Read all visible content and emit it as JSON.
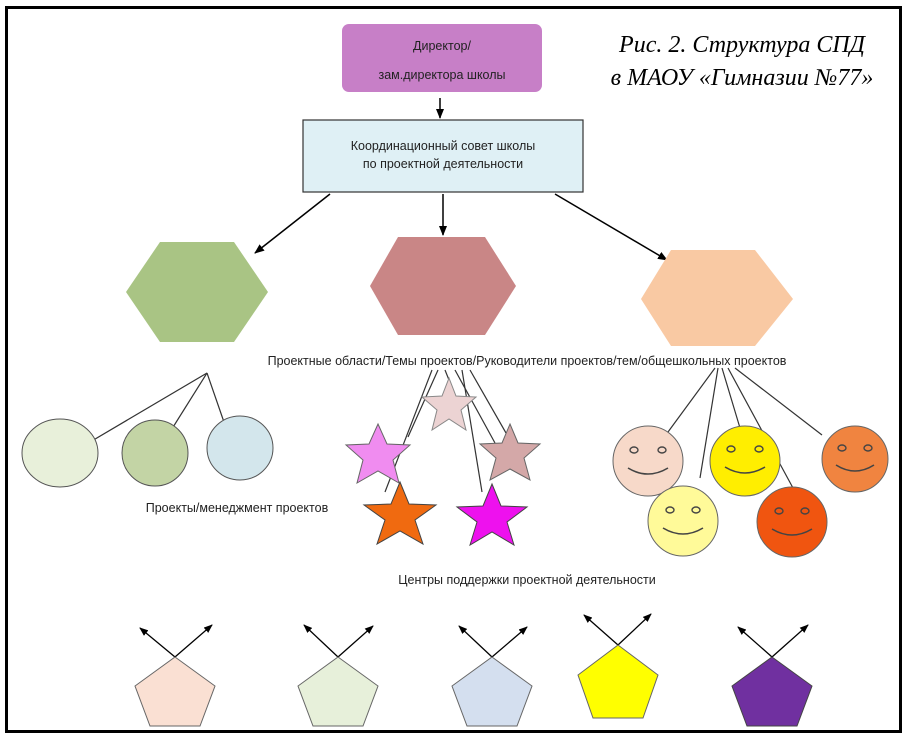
{
  "caption": {
    "line1": "Рис. 2. Структура СПД",
    "line2": "в МАОУ «Гимназии №77»"
  },
  "director": {
    "line1": "Директор/",
    "line2": "зам.директора школы",
    "color": "#c77fc7"
  },
  "council": {
    "line1": "Координационный совет школы",
    "line2": "по проектной деятельности",
    "color": "#dff0f5"
  },
  "labels": {
    "project_areas": "Проектные области/Темы проектов/Руководители проектов/тем/общешкольных проектов",
    "projects": "Проекты/менеджмент проектов",
    "support_centers": "Центры поддержки проектной деятельности"
  },
  "colors": {
    "hex_green": "#a9c484",
    "hex_rose": "#c98686",
    "hex_peach": "#f9c9a3",
    "circle_light": "#e8f0da",
    "circle_green": "#c3d4a5",
    "circle_blue": "#d3e6ec",
    "star_pink": "#f08cf0",
    "star_rose_light": "#ecd3d3",
    "star_rose": "#d4a8a8",
    "star_orange": "#f06a10",
    "star_magenta": "#ee11ee",
    "smiley_peach": "#f7d9c9",
    "smiley_yellow": "#ffee00",
    "smiley_orange": "#f08440",
    "smiley_lightyellow": "#fffa99",
    "smiley_redorange": "#f05510",
    "pent_peach": "#fae0d3",
    "pent_green": "#e7f0da",
    "pent_blue": "#d4dfef",
    "pent_yellow": "#ffff00",
    "pent_purple": "#7030a0"
  }
}
